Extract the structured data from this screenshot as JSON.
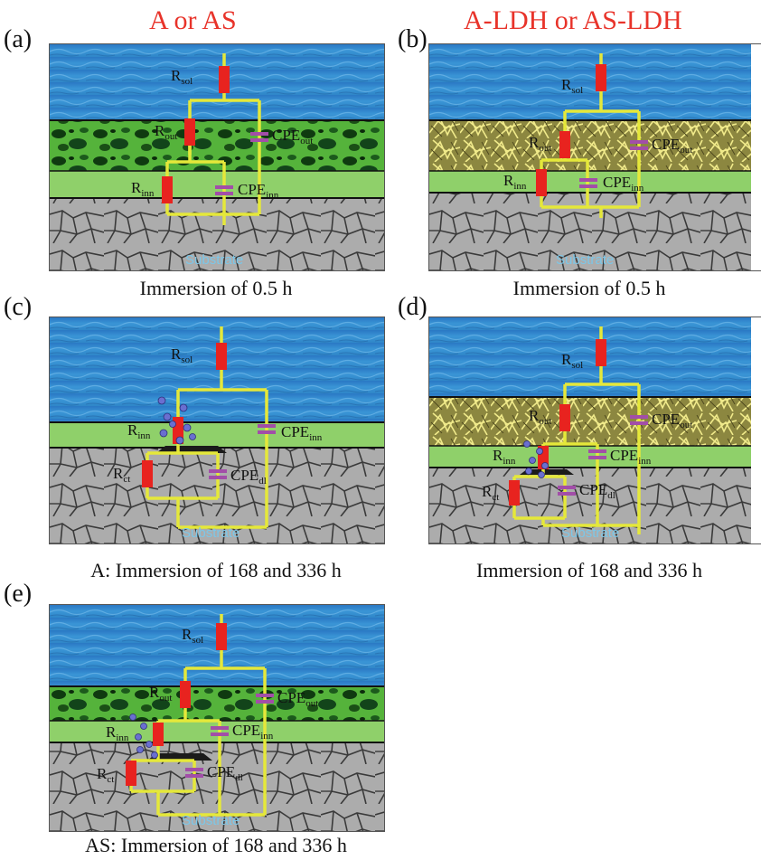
{
  "headers": {
    "left": "A or AS",
    "right": "A-LDH or AS-LDH"
  },
  "panels": {
    "a": {
      "label": "(a)",
      "caption": "Immersion of 0.5 h"
    },
    "b": {
      "label": "(b)",
      "caption": "Immersion of 0.5 h"
    },
    "c": {
      "label": "(c)",
      "caption": "A: Immersion of 168 and 336 h"
    },
    "d": {
      "label": "(d)",
      "caption": "Immersion of 168 and 336 h"
    },
    "e": {
      "label": "(e)",
      "caption": "AS: Immersion of 168 and 336 h"
    }
  },
  "components": {
    "R": "R",
    "CPE": "CPE",
    "sol": "sol",
    "out": "out",
    "inn": "inn",
    "ct": "ct",
    "dl": "dl"
  },
  "substrate_label": "Substrate",
  "colors": {
    "title": "#e8332a",
    "water": "#2f86c8",
    "porous_layer": "#3f9a2a",
    "ldh_layer": "#a8a24a",
    "inner_layer": "#8fd06a",
    "substrate": "#a6a6a6",
    "wire": "#e5e83a",
    "resistor": "#e8231f",
    "capacitor": "#a24ea8",
    "ion": "#6a6fd0"
  }
}
